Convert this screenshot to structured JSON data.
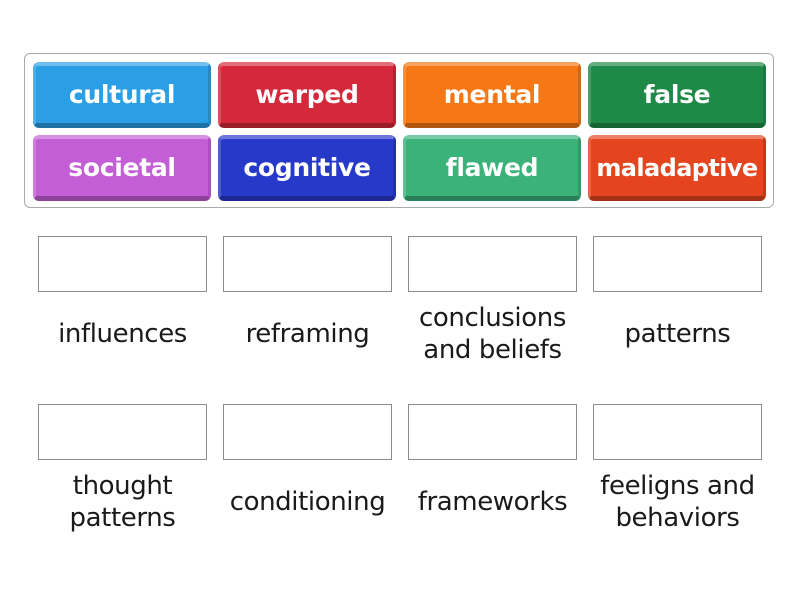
{
  "word_bank": {
    "tiles": [
      {
        "label": "cultural",
        "color": "#2a9fe6"
      },
      {
        "label": "warped",
        "color": "#d5283a"
      },
      {
        "label": "mental",
        "color": "#f57715"
      },
      {
        "label": "false",
        "color": "#1f8a47"
      },
      {
        "label": "societal",
        "color": "#c45ed6"
      },
      {
        "label": "cognitive",
        "color": "#2739c9"
      },
      {
        "label": "flawed",
        "color": "#3ab27a"
      },
      {
        "label": "maladaptive",
        "color": "#e4441e"
      }
    ]
  },
  "targets": [
    {
      "lines": [
        "influences"
      ]
    },
    {
      "lines": [
        "reframing"
      ]
    },
    {
      "lines": [
        "conclusions",
        "and beliefs"
      ]
    },
    {
      "lines": [
        "patterns"
      ]
    },
    {
      "lines": [
        "thought",
        "patterns"
      ]
    },
    {
      "lines": [
        "conditioning"
      ]
    },
    {
      "lines": [
        "frameworks"
      ]
    },
    {
      "lines": [
        "feeligns and",
        "behaviors"
      ]
    }
  ]
}
